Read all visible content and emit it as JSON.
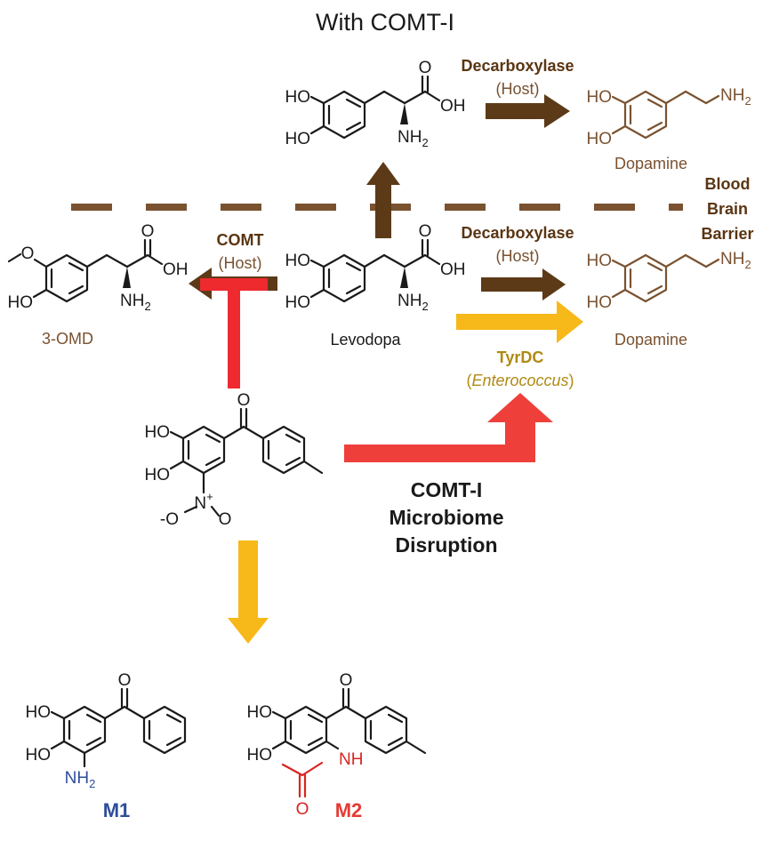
{
  "title": "With COMT-I",
  "labels": {
    "decarboxylase": "Decarboxylase",
    "host": "(Host)",
    "comt": "COMT",
    "dopamine": "Dopamine",
    "levodopa": "Levodopa",
    "omd": "3-OMD",
    "bbb_line1": "Blood",
    "bbb_line2": "Brain",
    "bbb_line3": "Barrier",
    "tyrdc": "TyrDC",
    "enterococcus": "Enterococcus",
    "paren_open": "(",
    "paren_close": ")",
    "comti_line1": "COMT-I",
    "comti_line2": "Microbiome",
    "comti_line3": "Disruption",
    "m1": "M1",
    "m2": "M2"
  },
  "atoms": {
    "ho": "HO",
    "oh": "OH",
    "o": "O",
    "nh2": "NH",
    "sub2": "2",
    "n": "N",
    "plus": "+",
    "neg_o": "-O",
    "nh": "NH"
  },
  "colors": {
    "host_arrow": "#5c3a17",
    "dashed_line": "#7a5230",
    "microbe_arrow": "#f7b819",
    "inhibit": "#ee2a2f",
    "disruption_arrow": "#ee3f3a",
    "m1_label": "#2e4d9a",
    "m2_label": "#e63a34",
    "acetyl": "#d9241f"
  }
}
